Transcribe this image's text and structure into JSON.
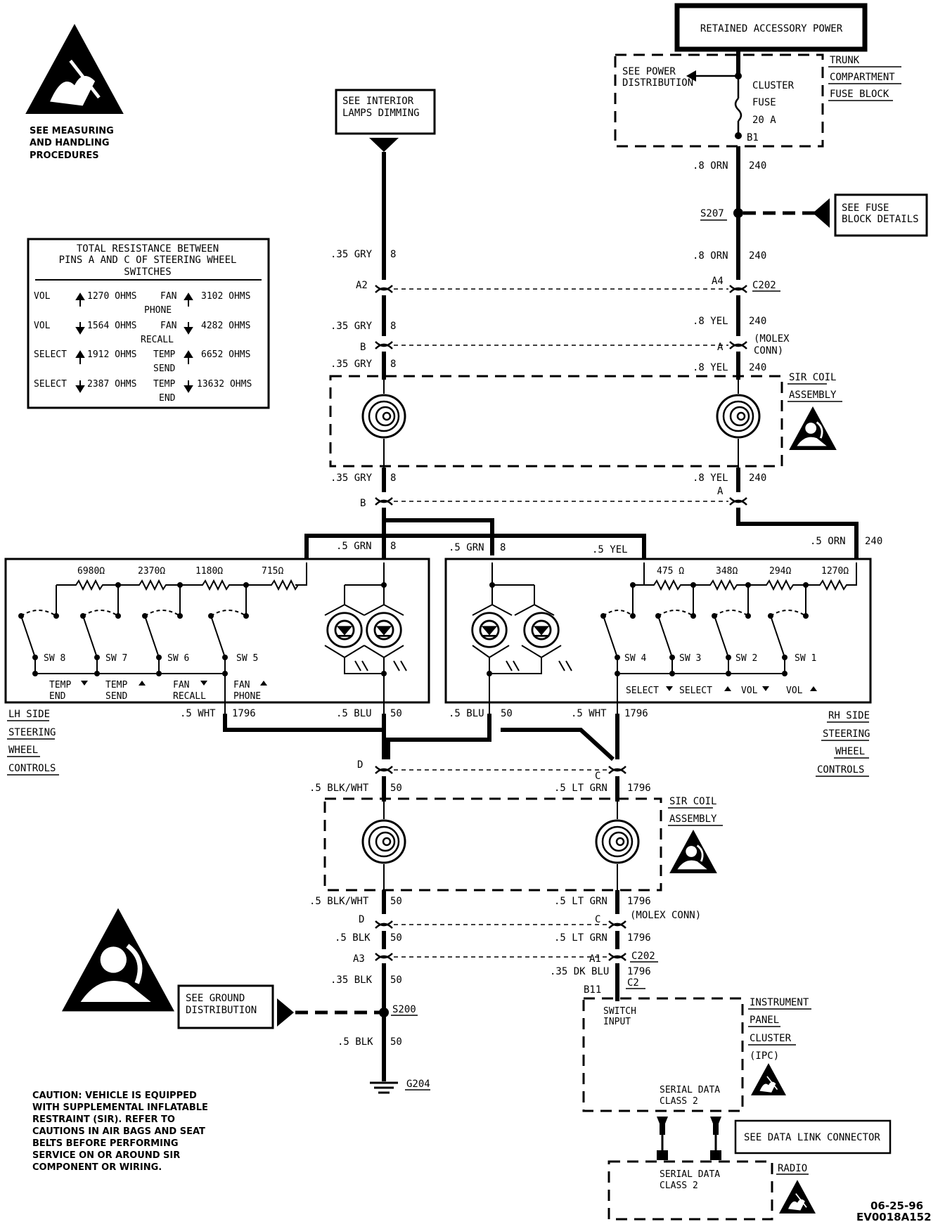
{
  "title_box": "RETAINED ACCESSORY POWER",
  "esd_note": [
    "SEE MEASURING",
    "AND HANDLING",
    "PROCEDURES"
  ],
  "interior_lamps_ref": [
    "SEE INTERIOR",
    "LAMPS DIMMING"
  ],
  "power_dist": [
    "SEE POWER",
    "DISTRIBUTION"
  ],
  "fuse": {
    "name": "CLUSTER",
    "label": "FUSE",
    "rating": "20 A",
    "pin": "B1"
  },
  "trunk_fuse_block": [
    "TRUNK",
    "COMPARTMENT",
    "FUSE BLOCK"
  ],
  "fuse_details_ref": [
    "SEE FUSE",
    "BLOCK DETAILS"
  ],
  "resistance_table": {
    "title": [
      "TOTAL RESISTANCE BETWEEN",
      "PINS A AND C OF STEERING WHEEL",
      "SWITCHES"
    ],
    "rows": [
      {
        "fn1": "VOL",
        "dir1": "up",
        "r1": "1270 OHMS",
        "fn2": "FAN",
        "dir2": "up",
        "r2": "3102 OHMS",
        "sub": "PHONE"
      },
      {
        "fn1": "VOL",
        "dir1": "down",
        "r1": "1564 OHMS",
        "fn2": "FAN",
        "dir2": "down",
        "r2": "4282 OHMS",
        "sub": "RECALL"
      },
      {
        "fn1": "SELECT",
        "dir1": "up",
        "r1": "1912 OHMS",
        "fn2": "TEMP",
        "dir2": "up",
        "r2": "6652 OHMS",
        "sub": "SEND"
      },
      {
        "fn1": "SELECT",
        "dir1": "down",
        "r1": "2387 OHMS",
        "fn2": "TEMP",
        "dir2": "down",
        "r2": "13632 OHMS",
        "sub": "END"
      }
    ]
  },
  "wires": {
    "w1": ".8 ORN",
    "c240": "240",
    "w2": ".35 GRY",
    "c8": "8",
    "w3": ".8 YEL",
    "w4": ".5 GRN",
    "w5": ".5 YEL",
    "w6": ".5 ORN",
    "w7": ".5 WHT",
    "c1796": "1796",
    "w8": ".5 BLU",
    "c50": "50",
    "w9": ".5 BLK/WHT",
    "w10": ".5 LT GRN",
    "w11": ".5 BLK",
    "w12": ".35 BLK",
    "w13": ".35 DK BLU",
    "w14": ".5 BLK"
  },
  "splices": {
    "s207": "S207",
    "s200": "S200",
    "g204": "G204"
  },
  "connectors": {
    "a2": "A2",
    "a4": "A4",
    "c202": "C202",
    "b": "B",
    "a": "A",
    "molex": [
      "(MOLEX",
      "CONN)"
    ],
    "molex_inline": "(MOLEX CONN)",
    "d": "D",
    "c": "C",
    "a3": "A3",
    "a1": "A1",
    "b11": "B11",
    "c2": "C2"
  },
  "sir_coil": [
    "SIR COIL",
    "ASSEMBLY"
  ],
  "lh_switches": {
    "resistors": [
      "6980Ω",
      "2370Ω",
      "1180Ω",
      "715Ω"
    ],
    "switches": [
      "SW 8",
      "SW 7",
      "SW 6",
      "SW 5"
    ],
    "functions": [
      [
        "TEMP",
        "END"
      ],
      [
        "TEMP",
        "SEND"
      ],
      [
        "FAN",
        "RECALL"
      ],
      [
        "FAN",
        "PHONE"
      ]
    ],
    "label": [
      "LH SIDE",
      "STEERING",
      "WHEEL",
      "CONTROLS"
    ]
  },
  "rh_switches": {
    "resistors": [
      "475 Ω",
      "348Ω",
      "294Ω",
      "1270Ω"
    ],
    "switches": [
      "SW 4",
      "SW 3",
      "SW 2",
      "SW 1"
    ],
    "functions": [
      "SELECT",
      "SELECT",
      "VOL",
      "VOL"
    ],
    "label": [
      "RH SIDE",
      "STEERING",
      "WHEEL",
      "CONTROLS"
    ]
  },
  "ground_ref": [
    "SEE GROUND",
    "DISTRIBUTION"
  ],
  "ipc": {
    "label": [
      "INSTRUMENT",
      "PANEL",
      "CLUSTER",
      "(IPC)"
    ],
    "switch_input": [
      "SWITCH",
      "INPUT"
    ],
    "serial": [
      "SERIAL DATA",
      "CLASS 2"
    ]
  },
  "dlc_ref": "SEE DATA LINK CONNECTOR",
  "radio": {
    "label": "RADIO",
    "serial": [
      "SERIAL DATA",
      "CLASS 2"
    ]
  },
  "caution": [
    "CAUTION: VEHICLE IS EQUIPPED",
    "WITH SUPPLEMENTAL INFLATABLE",
    "RESTRAINT (SIR). REFER TO",
    "CAUTIONS IN AIR BAGS AND SEAT",
    "BELTS BEFORE PERFORMING",
    "SERVICE ON OR AROUND SIR",
    "COMPONENT OR WIRING."
  ],
  "footer": [
    "06-25-96",
    "EV0018A152"
  ]
}
